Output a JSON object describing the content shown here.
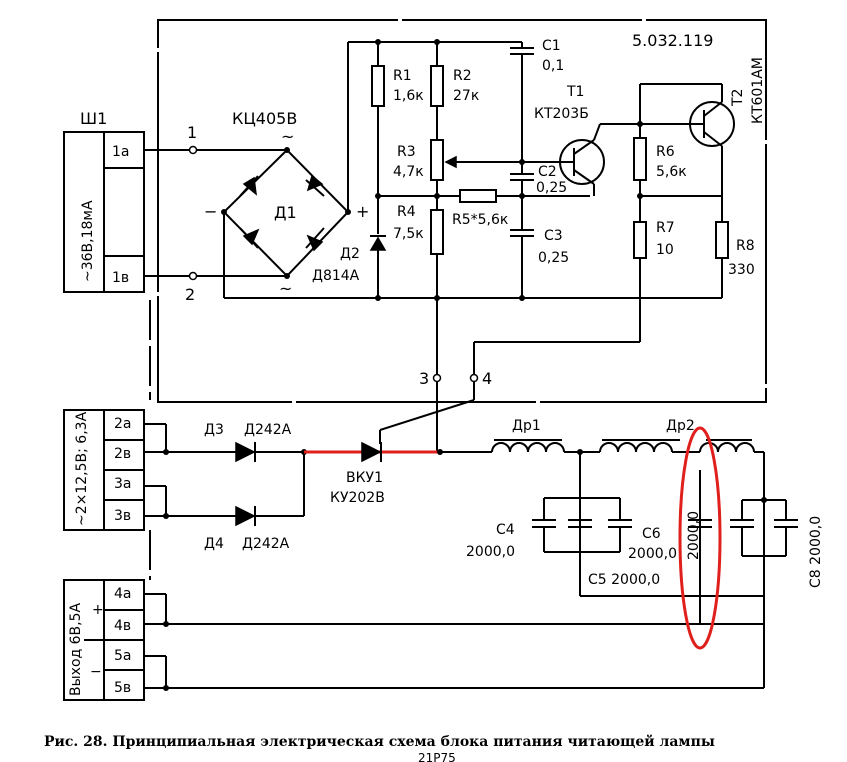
{
  "doc_number": "5.032.119",
  "caption": {
    "text": "Рис. 28. Принципиальная электрическая схема блока питания читающей лампы",
    "cut_line": "21Р75"
  },
  "connectors": {
    "sh1": {
      "name": "Ш1",
      "desc": "~36В,18мА",
      "pins": [
        "1а",
        "1в"
      ]
    },
    "transformer": {
      "desc": "~2×12,5В; 6,3А",
      "pins": [
        "2а",
        "2в",
        "3а",
        "3в"
      ]
    },
    "output": {
      "desc": "Выход 6В,5А",
      "plus": "+",
      "minus": "−",
      "pins": [
        "4а",
        "4в",
        "5а",
        "5в"
      ]
    }
  },
  "nodes": {
    "n1": "1",
    "n2": "2",
    "n3": "3",
    "n4": "4",
    "bridge_minus": "−",
    "bridge_plus": "+",
    "tilde_top": "~",
    "tilde_bottom": "~"
  },
  "components": {
    "bridge": {
      "type": "КЦ405В",
      "ref": "Д1"
    },
    "d2": {
      "ref": "Д2",
      "type": "Д814А"
    },
    "r1": {
      "ref": "R1",
      "value": "1,6к"
    },
    "r2": {
      "ref": "R2",
      "value": "27к"
    },
    "r3": {
      "ref": "R3",
      "value": "4,7к"
    },
    "r4": {
      "ref": "R4",
      "value": "7,5к"
    },
    "r5": {
      "label": "R5*5,6к"
    },
    "r6": {
      "ref": "R6",
      "value": "5,6к"
    },
    "r7": {
      "ref": "R7",
      "value": "10"
    },
    "r8": {
      "ref": "R8",
      "value": "330"
    },
    "c1": {
      "ref": "C1",
      "value": "0,1"
    },
    "c2": {
      "ref": "C2",
      "value": "0,25"
    },
    "c3": {
      "ref": "C3",
      "value": "0,25"
    },
    "c4": {
      "ref": "C4",
      "value": "2000,0"
    },
    "c5": {
      "label": "C5 2000,0"
    },
    "c6": {
      "ref": "C6",
      "value": "2000,0"
    },
    "c7": {
      "label": "2000,0"
    },
    "c8": {
      "label": "C8 2000,0"
    },
    "t1": {
      "ref": "T1",
      "type": "КТ203Б"
    },
    "t2": {
      "ref": "T2",
      "type": "КТ601АМ"
    },
    "d3": {
      "ref": "Д3",
      "type": "Д242А"
    },
    "d4": {
      "ref": "Д4",
      "type": "Д242А"
    },
    "thyristor": {
      "ref": "ВКУ1",
      "type": "КУ202В"
    },
    "dr1": {
      "ref": "Др1"
    },
    "dr2": {
      "ref": "Др2"
    }
  },
  "annotation": {
    "highlight_color": "#e0201c"
  }
}
